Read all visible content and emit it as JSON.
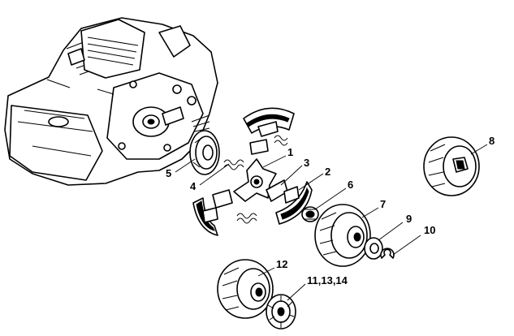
{
  "callouts": {
    "c1": "1",
    "c2": "2",
    "c3": "3",
    "c4": "4",
    "c5": "5",
    "c6": "6",
    "c7": "7",
    "c8": "8",
    "c9": "9",
    "c10": "10",
    "c11": "11,13,14",
    "c12": "12"
  },
  "colors": {
    "line": "#000000",
    "background": "#ffffff"
  }
}
